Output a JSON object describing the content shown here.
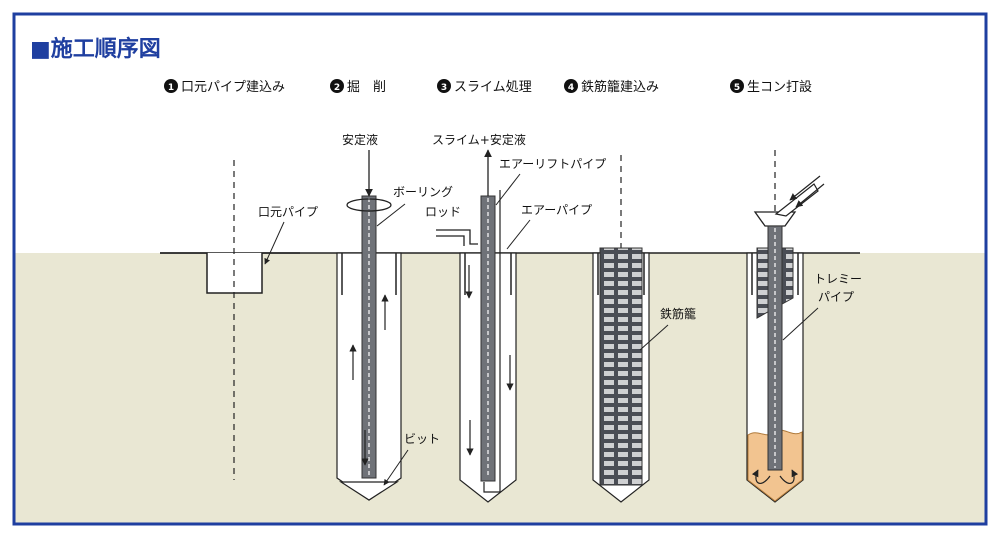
{
  "title": "■施工順序図",
  "steps": [
    {
      "num": "1",
      "label": "口元パイプ建込み"
    },
    {
      "num": "2",
      "label": "掘　削"
    },
    {
      "num": "3",
      "label": "スライム処理"
    },
    {
      "num": "4",
      "label": "鉄筋籠建込み"
    },
    {
      "num": "5",
      "label": "生コン打設"
    }
  ],
  "labels": {
    "guide_pipe": "口元パイプ",
    "stabilizer": "安定液",
    "boring_rod_1": "ボーリング",
    "boring_rod_2": "ロッド",
    "bit": "ビット",
    "slime_stabilizer": "スライム+安定液",
    "airlift_pipe": "エアーリフトパイプ",
    "air_pipe": "エアーパイプ",
    "rebar_cage": "鉄筋籠",
    "tremie_1": "トレミー",
    "tremie_2": "パイプ"
  },
  "colors": {
    "frame": "#1f3fa0",
    "title": "#1f3fa0",
    "ground": "#e9e7d3",
    "rod": "#6f7278",
    "concrete": "#f2c490",
    "line": "#222222"
  }
}
